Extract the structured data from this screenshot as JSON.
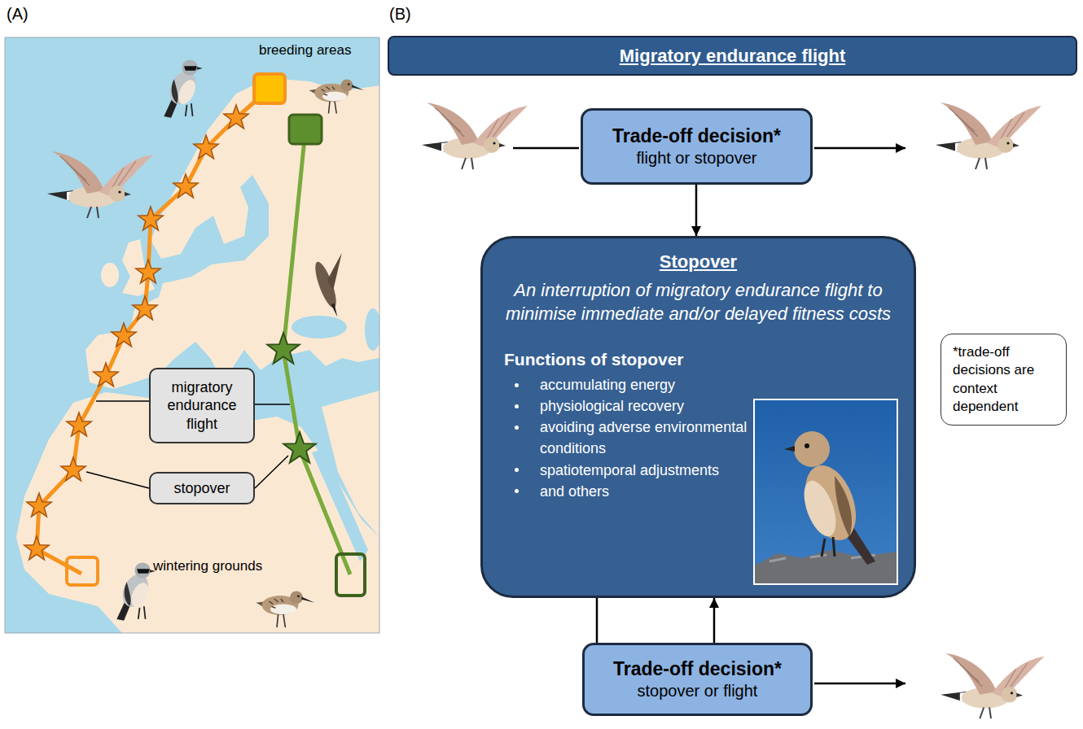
{
  "diagram": {
    "nodes": [
      {
        "text": [
          "migratory endurance flight"
        ]
      },
      {
        "text": [
          "stopover"
        ]
      },
      {
        "text": [
          "Migratory endurance flight"
        ]
      },
      {
        "text": [
          "Trade-off decision*",
          "flight or stopover"
        ]
      },
      {
        "text": [
          "Stopover",
          "An interruption of migratory endurance flight to minimise immediate and/or delayed fitness costs",
          "Functions of stopover",
          "accumulating energy",
          "physiological recovery",
          "avoiding adverse environmental conditions",
          "spatiotemporal adjustments",
          "and others"
        ]
      },
      {
        "text": [
          "*trade-off decisions are context dependent"
        ]
      },
      {
        "text": [
          "Trade-off decision*",
          "stopover or flight"
        ]
      }
    ],
    "edges": [
      {
        "from": 3,
        "to": 4,
        "arrow": "to"
      },
      {
        "from": 4,
        "to": 6,
        "arrow": "none"
      },
      {
        "from": 6,
        "to": 4,
        "arrow": "to"
      }
    ],
    "labels": [
      "(A)",
      "(B)",
      "breeding areas",
      "wintering grounds"
    ]
  }
}
